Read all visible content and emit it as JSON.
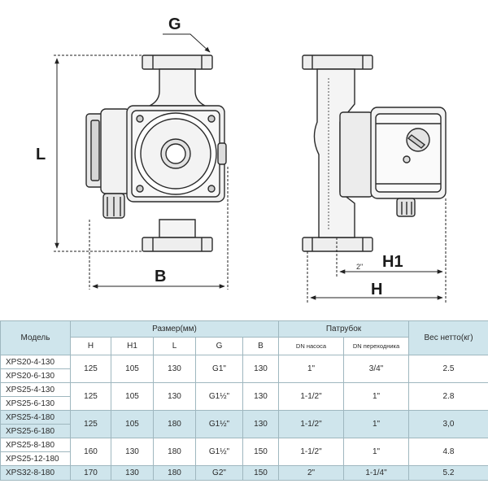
{
  "drawing": {
    "labels": {
      "g": "G",
      "l": "L",
      "b": "B",
      "h1": "H1",
      "h": "H",
      "inch_note": "2\""
    }
  },
  "table": {
    "headers": {
      "model": "Модель",
      "size_group": "Размер(мм)",
      "pipe_group": "Патрубок",
      "weight": "Вес нетто(кг)",
      "h": "H",
      "h1": "H1",
      "l": "L",
      "g": "G",
      "b": "B",
      "dn_pump": "DN насоса",
      "dn_adapter": "DN переходника"
    },
    "rows": [
      {
        "models": [
          "XPS20-4-130",
          "XPS20-6-130"
        ],
        "h": "125",
        "h1": "105",
        "l": "130",
        "g": "G1\"",
        "b": "130",
        "dn_pump": "1\"",
        "dn_adapter": "3/4\"",
        "weight": "2.5"
      },
      {
        "models": [
          "XPS25-4-130",
          "XPS25-6-130"
        ],
        "h": "125",
        "h1": "105",
        "l": "130",
        "g": "G1½\"",
        "b": "130",
        "dn_pump": "1-1/2\"",
        "dn_adapter": "1\"",
        "weight": "2.8"
      },
      {
        "models": [
          "XPS25-4-180",
          "XPS25-6-180"
        ],
        "h": "125",
        "h1": "105",
        "l": "180",
        "g": "G1½\"",
        "b": "130",
        "dn_pump": "1-1/2\"",
        "dn_adapter": "1\"",
        "weight": "3,0"
      },
      {
        "models": [
          "XPS25-8-180",
          "XPS25-12-180"
        ],
        "h": "160",
        "h1": "130",
        "l": "180",
        "g": "G1½\"",
        "b": "150",
        "dn_pump": "1-1/2\"",
        "dn_adapter": "1\"",
        "weight": "4.8"
      },
      {
        "models": [
          "XPS32-8-180"
        ],
        "h": "170",
        "h1": "130",
        "l": "180",
        "g": "G2\"",
        "b": "150",
        "dn_pump": "2\"",
        "dn_adapter": "1-1/4\"",
        "weight": "5.2"
      }
    ]
  }
}
